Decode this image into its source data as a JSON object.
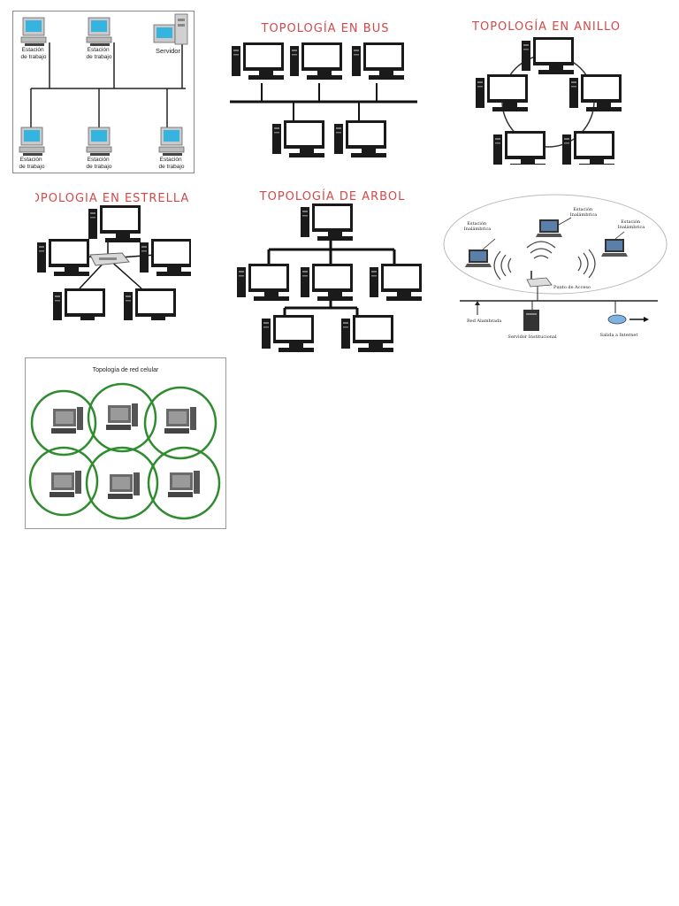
{
  "panels": {
    "lan": {
      "workstation_top": [
        "Estación",
        "de trabajo"
      ],
      "workstation_top2": [
        "Estación",
        "de trabajo"
      ],
      "server": "Servidor",
      "workstation_bottom": [
        [
          "Estación",
          "de trabajo"
        ],
        [
          "Estación",
          "de trabajo"
        ],
        [
          "Estación",
          "de trabajo"
        ]
      ]
    },
    "bus": {
      "title": "TOPOLOGÍA EN BUS"
    },
    "ring": {
      "title": "TOPOLOGÍA EN ANILLO"
    },
    "star": {
      "title": "TOPOLOGIA EN ESTRELLA"
    },
    "tree": {
      "title": "TOPOLOGÍA DE ARBOL"
    },
    "wireless": {
      "station_left": [
        "Estación",
        "Inalámbrica"
      ],
      "station_mid": [
        "Estación",
        "Inalámbrica"
      ],
      "station_right": [
        "Estación",
        "Inalámbrica"
      ],
      "access_point": "Punto de Acceso",
      "wired": "Red Alambrada",
      "server": "Servidor Institucional",
      "internet": "Salida a Internet"
    },
    "cellular": {
      "title": "Topología de red celular"
    }
  },
  "colors": {
    "title_red": "#d14a4a",
    "cell_green": "#2e8b2e",
    "monitor_blue": "#35b4e0"
  }
}
